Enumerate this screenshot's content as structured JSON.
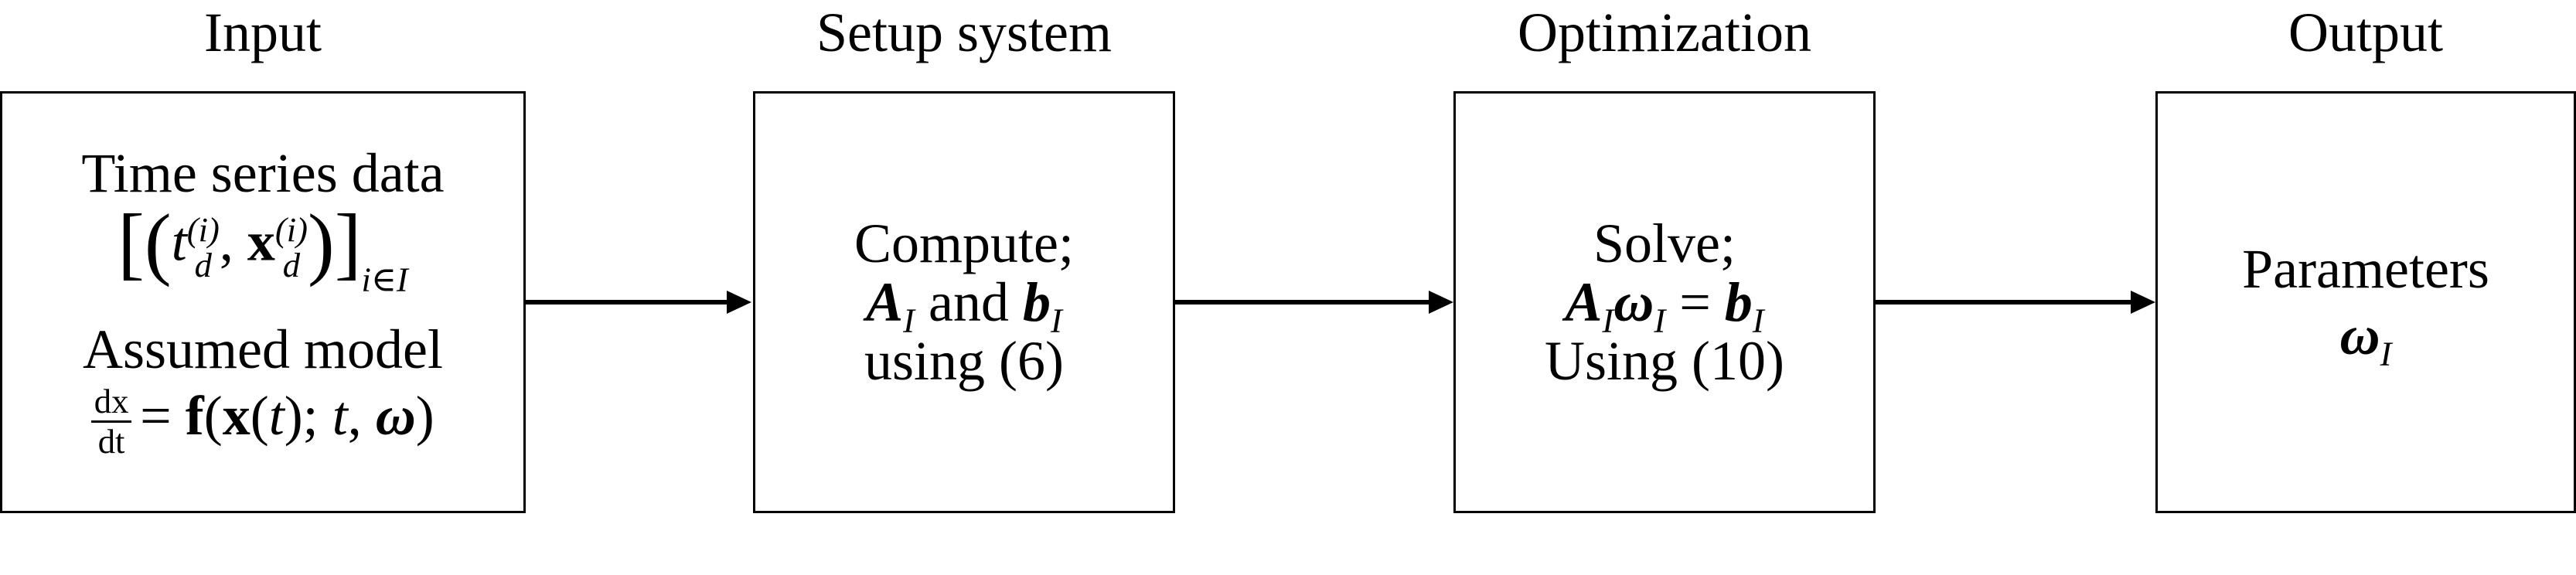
{
  "headings": {
    "input": "Input",
    "setup": "Setup system",
    "optimization": "Optimization",
    "output": "Output"
  },
  "input_box": {
    "line1": "Time series data",
    "data_open": "[(",
    "t": "t",
    "t_sub": "d",
    "t_sup": "(i)",
    "comma": ", ",
    "x": "x",
    "x_sub": "d",
    "x_sup": "(i)",
    "data_close": ")]",
    "index_sub": "i∈I",
    "line3": "Assumed model",
    "frac_num": "dx",
    "frac_den": "dt",
    "model_eq": "= ",
    "model_f": "f",
    "model_rest_a": "(",
    "model_x": "x",
    "model_rest_b": "(",
    "model_t": "t",
    "model_rest_c": "); ",
    "model_t2": "t",
    "model_rest_d": ", ",
    "model_omega": "ω",
    "model_rest_e": ")"
  },
  "setup_box": {
    "line1": "Compute;",
    "A": "A",
    "A_sub": "I",
    "and": " and ",
    "b": "b",
    "b_sub": "I",
    "line3": "using (6)"
  },
  "optimization_box": {
    "line1": "Solve;",
    "A": "A",
    "A_sub": "I",
    "omega": "ω",
    "omega_sub": "I",
    "eq": " = ",
    "b": "b",
    "b_sub": "I",
    "line3": "Using (10)"
  },
  "output_box": {
    "line1": "Parameters",
    "omega": "ω",
    "omega_sub": "I"
  }
}
